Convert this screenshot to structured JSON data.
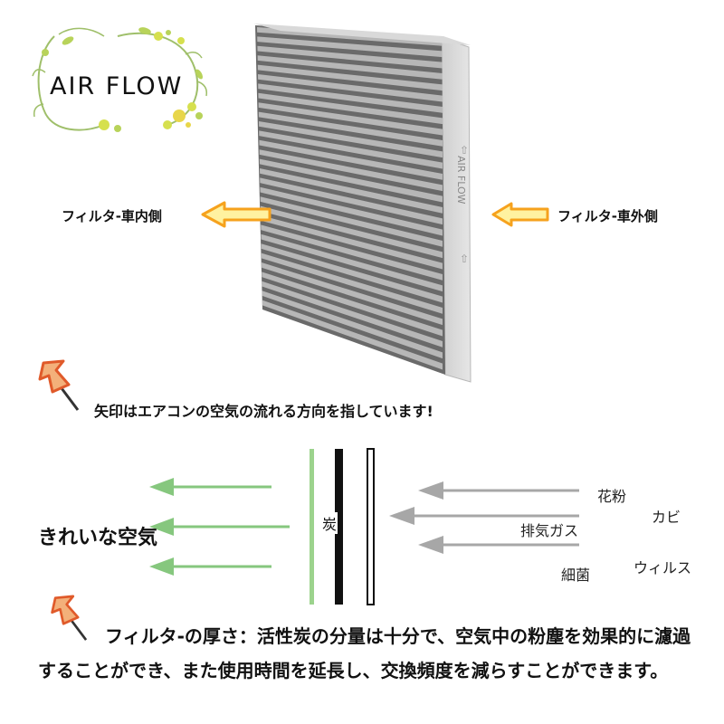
{
  "logo": {
    "text": "AIR FLOW",
    "vine_color": "#9fbf6a",
    "dot_colors": [
      "#d6e04e",
      "#b8d35a",
      "#e8d64a"
    ]
  },
  "filter": {
    "stamp": "AIR FLOW",
    "frame_color": "#d8d8d8",
    "pleat_color": "#5a5a5a"
  },
  "labels": {
    "inside": "フィルタ-車内側",
    "outside": "フィルタ-車外側",
    "arrow_color": "#f6a21d",
    "arrow_fill": "#fff2a0"
  },
  "note": {
    "icon": "pushpin-icon",
    "text": "矢印はエアコンの空気の流れる方向を指しています!"
  },
  "diagram": {
    "clean_air": "きれいな空気",
    "carbon": "炭",
    "clean_arrow_color": "#86c77e",
    "dirty_arrow_color": "#a7a7a7",
    "green_layer_color": "#9cd38d",
    "pollutants": [
      {
        "text": "花粉"
      },
      {
        "text": "カビ"
      },
      {
        "text": "排気ガス"
      },
      {
        "text": "細菌"
      },
      {
        "text": "ウィルス"
      }
    ]
  },
  "description": {
    "icon": "pushpin-icon",
    "text": "フィルタ-の厚さ：活性炭の分量は十分で、空気中の粉塵を効果的に濾過することができ、また使用時間を延長し、交換頻度を減らすことができます。"
  }
}
